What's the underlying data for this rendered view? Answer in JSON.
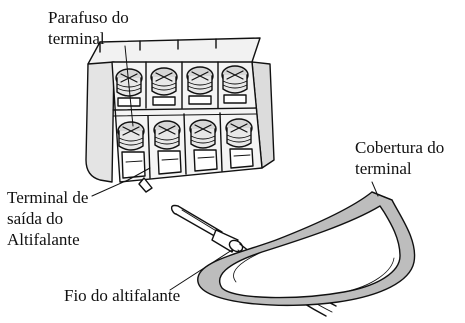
{
  "labels": {
    "terminal_screw": [
      "Parafuso do",
      "terminal"
    ],
    "speaker_output_terminal": [
      "Terminal de",
      "saída do",
      "Altifalante"
    ],
    "terminal_cover": [
      "Cobertura do",
      "terminal"
    ],
    "speaker_wire": [
      "Fio do altifalante"
    ]
  },
  "colors": {
    "ink": "#111111",
    "body_fill": "#f2f2f2",
    "shade": "#d6d6d6",
    "cover_fill": "#bdbdbd"
  }
}
